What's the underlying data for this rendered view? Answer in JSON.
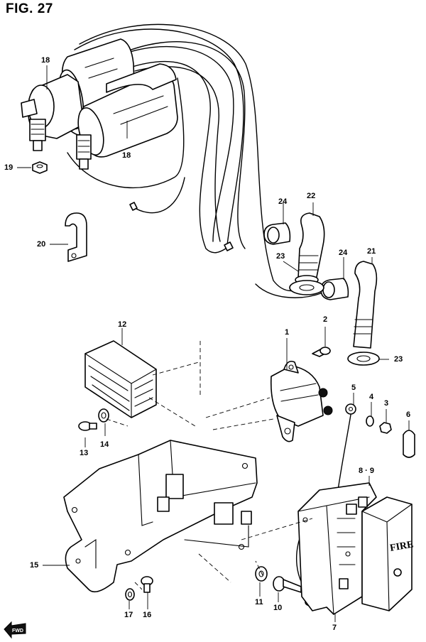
{
  "figure": {
    "title": "FIG. 27",
    "case_label": "FIRE",
    "fwd_label": "FWD"
  },
  "callouts": {
    "c1": "1",
    "c2": "2",
    "c3": "3",
    "c4": "4",
    "c5": "5",
    "c6": "6",
    "c7": "7",
    "c89": "8 · 9",
    "c10": "10",
    "c11": "11",
    "c12": "12",
    "c13": "13",
    "c14": "14",
    "c15": "15",
    "c16": "16",
    "c17": "17",
    "c18a": "18",
    "c18b": "18",
    "c19": "19",
    "c20": "20",
    "c21": "21",
    "c22": "22",
    "c23a": "23",
    "c23b": "23",
    "c24a": "24",
    "c24b": "24"
  }
}
